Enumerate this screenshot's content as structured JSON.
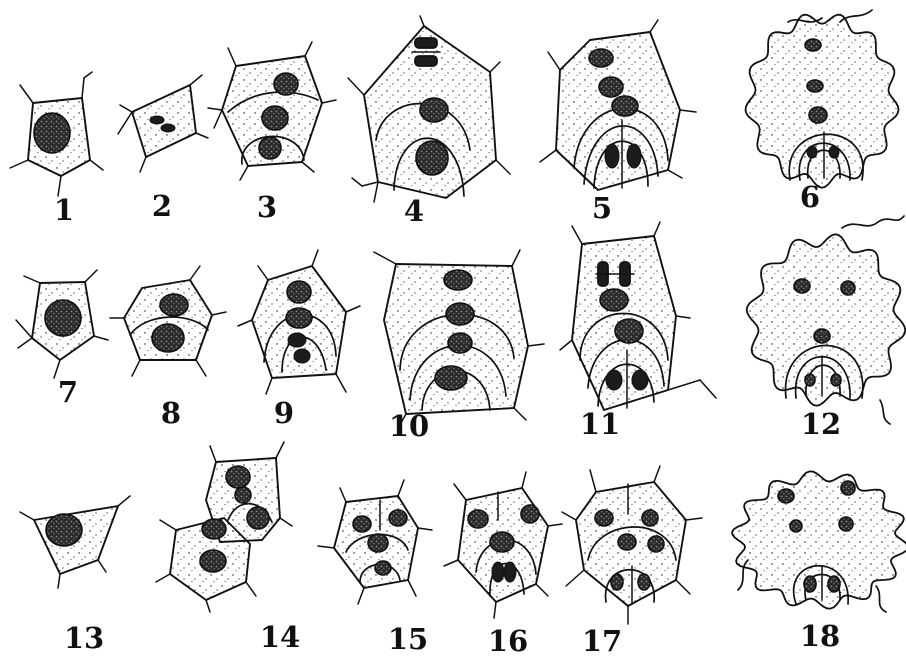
{
  "figure": {
    "labels": [
      "1",
      "2",
      "3",
      "4",
      "5",
      "6",
      "7",
      "8",
      "9",
      "10",
      "11",
      "12",
      "13",
      "14",
      "15",
      "16",
      "17",
      "18"
    ]
  },
  "colors": {
    "ink": "#111111",
    "paper": "#ffffff"
  }
}
